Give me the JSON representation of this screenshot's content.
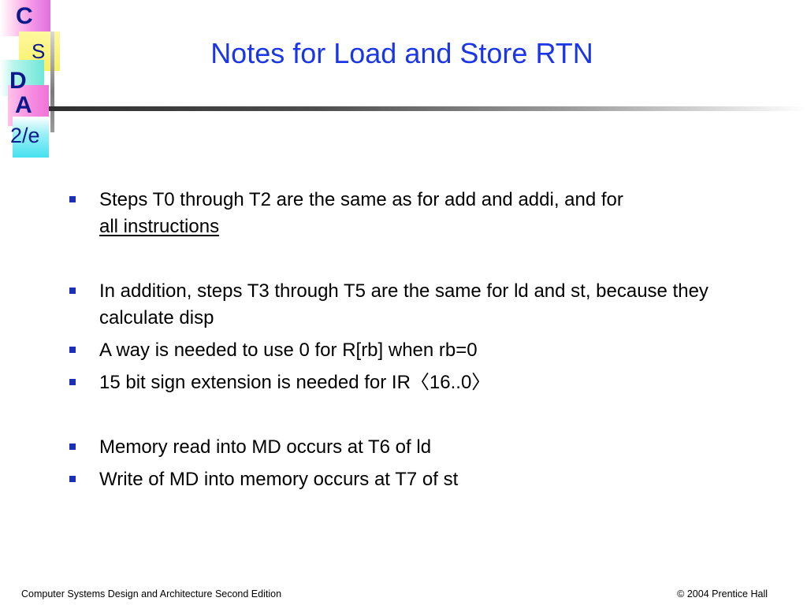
{
  "logo": {
    "letters": [
      "C",
      "S",
      "D",
      "A",
      "2/e"
    ]
  },
  "title": "Notes for Load and Store RTN",
  "bullets": [
    {
      "text": "Steps T0 through T2 are the same as for add and addi, and for",
      "continuation_underlined": "all instructions"
    },
    {
      "text": "In addition, steps T3 through T5 are the same for ld and st, because they calculate disp"
    },
    {
      "text": "A way is needed to use 0 for R[rb] when rb=0"
    },
    {
      "text": "15 bit sign extension is needed for IR〈16..0〉"
    },
    {
      "text": "Memory read into MD occurs at T6 of ld"
    },
    {
      "text": "Write of MD into memory occurs at T7 of st"
    }
  ],
  "footer": {
    "left": "Computer Systems Design and Architecture Second Edition",
    "right": "© 2004 Prentice Hall"
  },
  "colors": {
    "title": "#1a36e6",
    "bullet_marker": "#1c2fb8",
    "logo_text": "#0a1a8a"
  }
}
